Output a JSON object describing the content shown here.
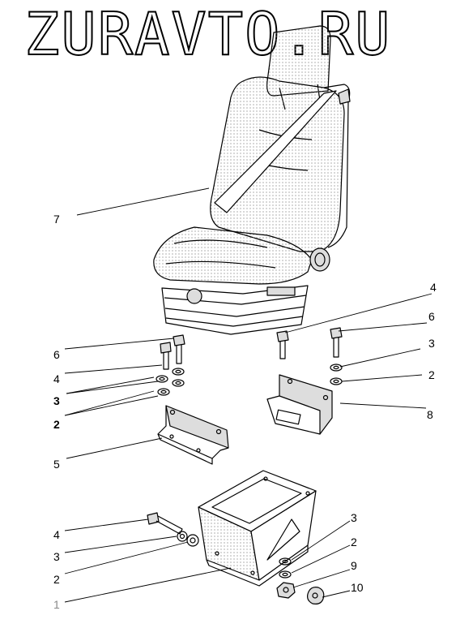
{
  "watermark": "ZURAVTO.RU",
  "callouts": [
    "7",
    "4",
    "6",
    "6",
    "3",
    "4",
    "2",
    "3",
    "2",
    "8",
    "5",
    "4",
    "3",
    "3",
    "2",
    "2",
    "9",
    "10",
    "1"
  ]
}
